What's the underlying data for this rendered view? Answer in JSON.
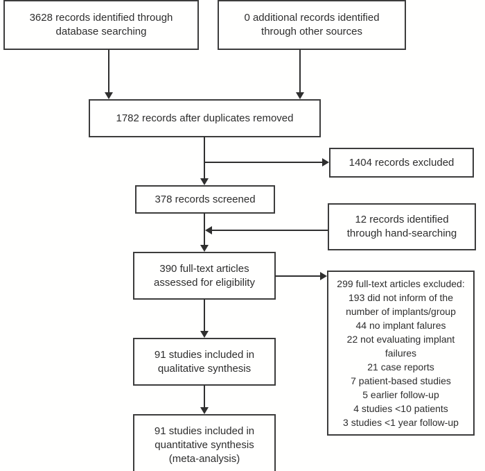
{
  "colors": {
    "background": "#fffffe",
    "box_border": "#3c3c3c",
    "text": "#2d2d2d",
    "connector": "#2f2f2f"
  },
  "flow": {
    "identified_db": {
      "lines": [
        "3628 records identified through",
        "database searching"
      ]
    },
    "identified_other": {
      "lines": [
        "0 additional records identified",
        "through other sources"
      ]
    },
    "after_duplicates": {
      "lines": [
        "1782 records after duplicates removed"
      ]
    },
    "records_excluded": {
      "lines": [
        "1404 records excluded"
      ]
    },
    "records_screened": {
      "lines": [
        "378 records screened"
      ]
    },
    "hand_searching": {
      "lines": [
        "12 records identified",
        "through hand-searching"
      ]
    },
    "fulltext_assessed": {
      "lines": [
        "390 full-text articles",
        "assessed for eligibility"
      ]
    },
    "fulltext_excluded": {
      "lines": [
        "299 full-text articles excluded:",
        "193 did not inform of the",
        "number of implants/group",
        "44 no implant falures",
        "22 not evaluating implant",
        "failures",
        "21 case reports",
        "7 patient-based studies",
        "5 earlier follow-up",
        "4 studies <10 patients",
        "3 studies <1 year follow-up"
      ]
    },
    "qualitative_synthesis": {
      "lines": [
        "91 studies included in",
        "qualitative synthesis"
      ]
    },
    "quantitative_synthesis": {
      "lines": [
        "91 studies included in",
        "quantitative synthesis",
        "(meta-analysis)"
      ]
    }
  }
}
